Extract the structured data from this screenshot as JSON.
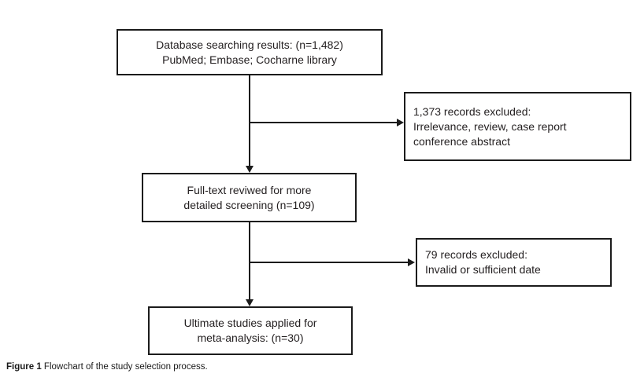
{
  "figure": {
    "caption_label": "Figure 1",
    "caption_text": " Flowchart of the study selection process."
  },
  "boxes": {
    "database": {
      "line1": "Database searching results: (n=1,482)",
      "line2": "PubMed; Embase; Cocharne library"
    },
    "excluded1": {
      "line1": "1,373 records excluded:",
      "line2": "Irrelevance, review, case report",
      "line3": "conference abstract"
    },
    "fulltext": {
      "line1": "Full-text reviwed for more",
      "line2": "detailed screening (n=109)"
    },
    "excluded2": {
      "line1": "79 records excluded:",
      "line2": "Invalid or sufficient date"
    },
    "final": {
      "line1": "Ultimate studies applied for",
      "line2": "meta-analysis: (n=30)"
    }
  },
  "colors": {
    "border": "#1b1b1b",
    "text": "#231f20",
    "background": "#ffffff"
  }
}
